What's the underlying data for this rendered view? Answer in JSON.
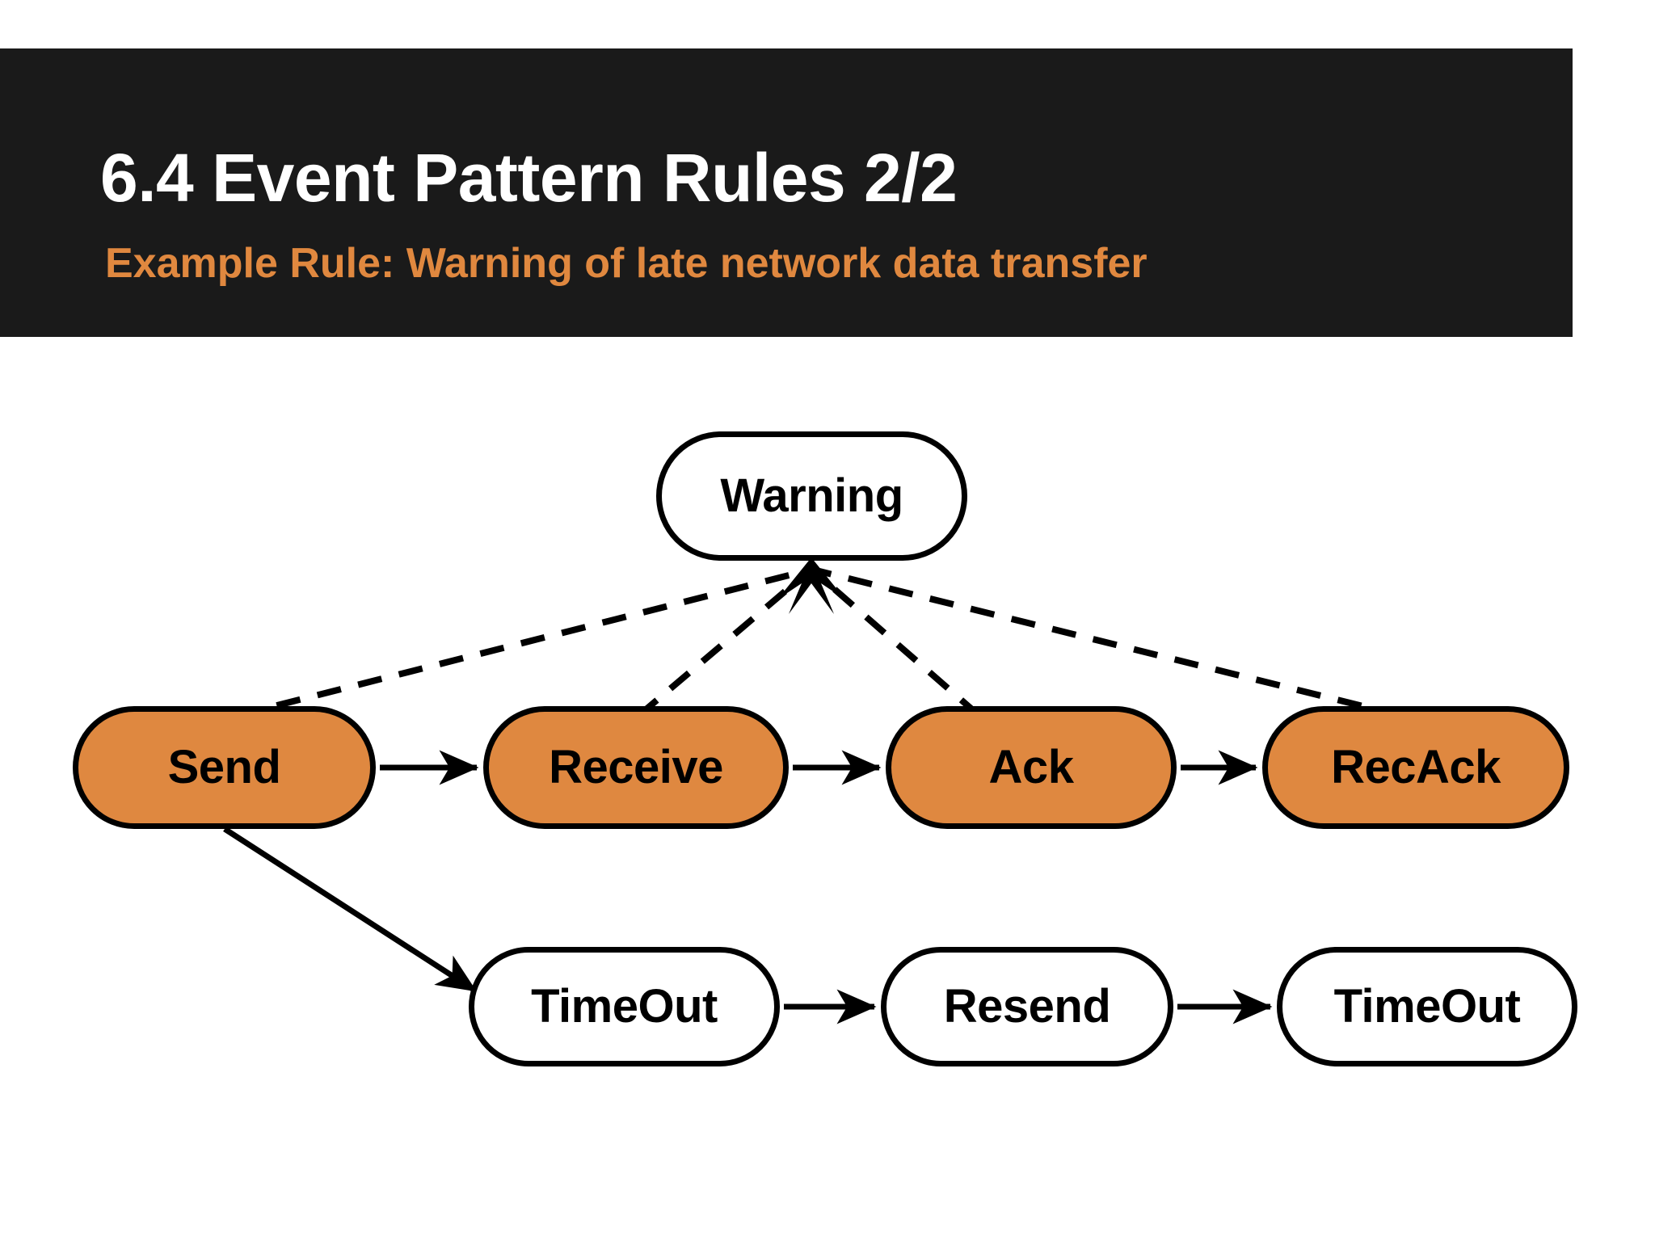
{
  "header": {
    "title": "6.4 Event Pattern Rules 2/2",
    "subtitle": "Example Rule: Warning of late network data transfer",
    "background_color": "#1a1a1a",
    "title_color": "#ffffff",
    "subtitle_color": "#e0883f"
  },
  "diagram": {
    "type": "event-pattern-flow",
    "event_fill_color": "#df8840",
    "plain_fill_color": "#ffffff",
    "stroke_color": "#000000",
    "nodes": [
      {
        "id": "warning",
        "label": "Warning",
        "style": "plain"
      },
      {
        "id": "send",
        "label": "Send",
        "style": "event"
      },
      {
        "id": "receive",
        "label": "Receive",
        "style": "event"
      },
      {
        "id": "ack",
        "label": "Ack",
        "style": "event"
      },
      {
        "id": "recack",
        "label": "RecAck",
        "style": "event"
      },
      {
        "id": "timeout1",
        "label": "TimeOut",
        "style": "plain"
      },
      {
        "id": "resend",
        "label": "Resend",
        "style": "plain"
      },
      {
        "id": "timeout2",
        "label": "TimeOut",
        "style": "plain"
      }
    ],
    "edges": [
      {
        "from": "send",
        "to": "receive",
        "style": "solid"
      },
      {
        "from": "receive",
        "to": "ack",
        "style": "solid"
      },
      {
        "from": "ack",
        "to": "recack",
        "style": "solid"
      },
      {
        "from": "send",
        "to": "timeout1",
        "style": "solid"
      },
      {
        "from": "timeout1",
        "to": "resend",
        "style": "solid"
      },
      {
        "from": "resend",
        "to": "timeout2",
        "style": "solid"
      },
      {
        "from": "send",
        "to": "warning",
        "style": "dashed"
      },
      {
        "from": "receive",
        "to": "warning",
        "style": "dashed"
      },
      {
        "from": "ack",
        "to": "warning",
        "style": "dashed"
      },
      {
        "from": "recack",
        "to": "warning",
        "style": "dashed"
      }
    ]
  }
}
